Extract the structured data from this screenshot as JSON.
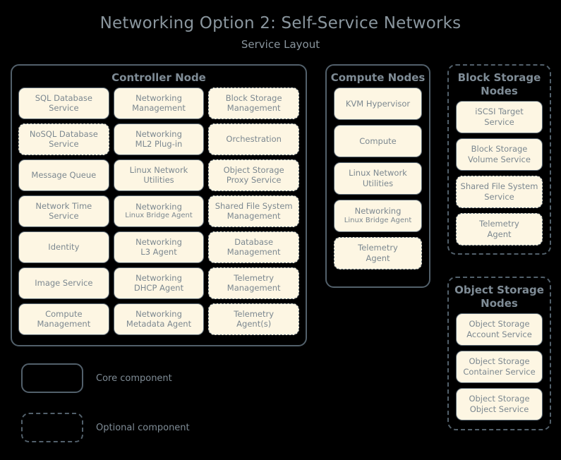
{
  "header": {
    "title": "Networking Option 2: Self-Service Networks",
    "subtitle": "Service Layout"
  },
  "controller_node": {
    "title": "Controller Node",
    "columns": [
      [
        {
          "l1": "SQL Database",
          "l2": "Service",
          "optional": false
        },
        {
          "l1": "NoSQL Database",
          "l2": "Service",
          "optional": true
        },
        {
          "l1": "Message Queue",
          "l2": "",
          "optional": false
        },
        {
          "l1": "Network Time",
          "l2": "Service",
          "optional": false
        },
        {
          "l1": "Identity",
          "l2": "",
          "optional": false
        },
        {
          "l1": "Image Service",
          "l2": "",
          "optional": false
        },
        {
          "l1": "Compute",
          "l2": "Management",
          "optional": false
        }
      ],
      [
        {
          "l1": "Networking",
          "l2": "Management",
          "optional": false
        },
        {
          "l1": "Networking",
          "l2": "ML2 Plug-in",
          "optional": false
        },
        {
          "l1": "Linux Network",
          "l2": "Utilities",
          "optional": false
        },
        {
          "l1": "Networking",
          "l2": "Linux Bridge Agent",
          "small": true,
          "optional": false
        },
        {
          "l1": "Networking",
          "l2": "L3 Agent",
          "optional": false
        },
        {
          "l1": "Networking",
          "l2": "DHCP Agent",
          "optional": false
        },
        {
          "l1": "Networking",
          "l2": "Metadata Agent",
          "optional": false
        }
      ],
      [
        {
          "l1": "Block Storage",
          "l2": "Management",
          "optional": true
        },
        {
          "l1": "Orchestration",
          "l2": "",
          "optional": true
        },
        {
          "l1": "Object Storage",
          "l2": "Proxy Service",
          "optional": true
        },
        {
          "l1": "Shared File System",
          "l2": "Management",
          "optional": true
        },
        {
          "l1": "Database",
          "l2": "Management",
          "optional": true
        },
        {
          "l1": "Telemetry",
          "l2": "Management",
          "optional": true
        },
        {
          "l1": "Telemetry",
          "l2": "Agent(s)",
          "optional": true
        }
      ]
    ]
  },
  "compute_nodes": {
    "title": "Compute Nodes",
    "optional_container": false,
    "services": [
      {
        "l1": "KVM Hypervisor",
        "l2": "",
        "optional": false
      },
      {
        "l1": "Compute",
        "l2": "",
        "optional": false
      },
      {
        "l1": "Linux Network",
        "l2": "Utilities",
        "optional": false
      },
      {
        "l1": "Networking",
        "l2": "Linux Bridge Agent",
        "small": true,
        "optional": false
      },
      {
        "l1": "Telemetry",
        "l2": "Agent",
        "optional": true
      }
    ]
  },
  "block_storage_nodes": {
    "title": "Block Storage Nodes",
    "optional_container": true,
    "services": [
      {
        "l1": "iSCSI Target",
        "l2": "Service",
        "optional": false
      },
      {
        "l1": "Block Storage",
        "l2": "Volume Service",
        "optional": false
      },
      {
        "l1": "Shared File System",
        "l2": "Service",
        "optional": true
      },
      {
        "l1": "Telemetry",
        "l2": "Agent",
        "optional": true
      }
    ]
  },
  "object_storage_nodes": {
    "title": "Object Storage Nodes",
    "optional_container": true,
    "services": [
      {
        "l1": "Object Storage",
        "l2": "Account Service",
        "optional": false
      },
      {
        "l1": "Object Storage",
        "l2": "Container Service",
        "optional": false
      },
      {
        "l1": "Object Storage",
        "l2": "Object Service",
        "optional": false
      }
    ]
  },
  "legend": {
    "core_label": "Core component",
    "optional_label": "Optional component"
  },
  "colors": {
    "background": "#000000",
    "service_fill": "#fdf6e3",
    "service_border": "#5d6b76",
    "container_border": "#52606b",
    "text": "#7f8c96",
    "title_text": "#8a969e"
  }
}
